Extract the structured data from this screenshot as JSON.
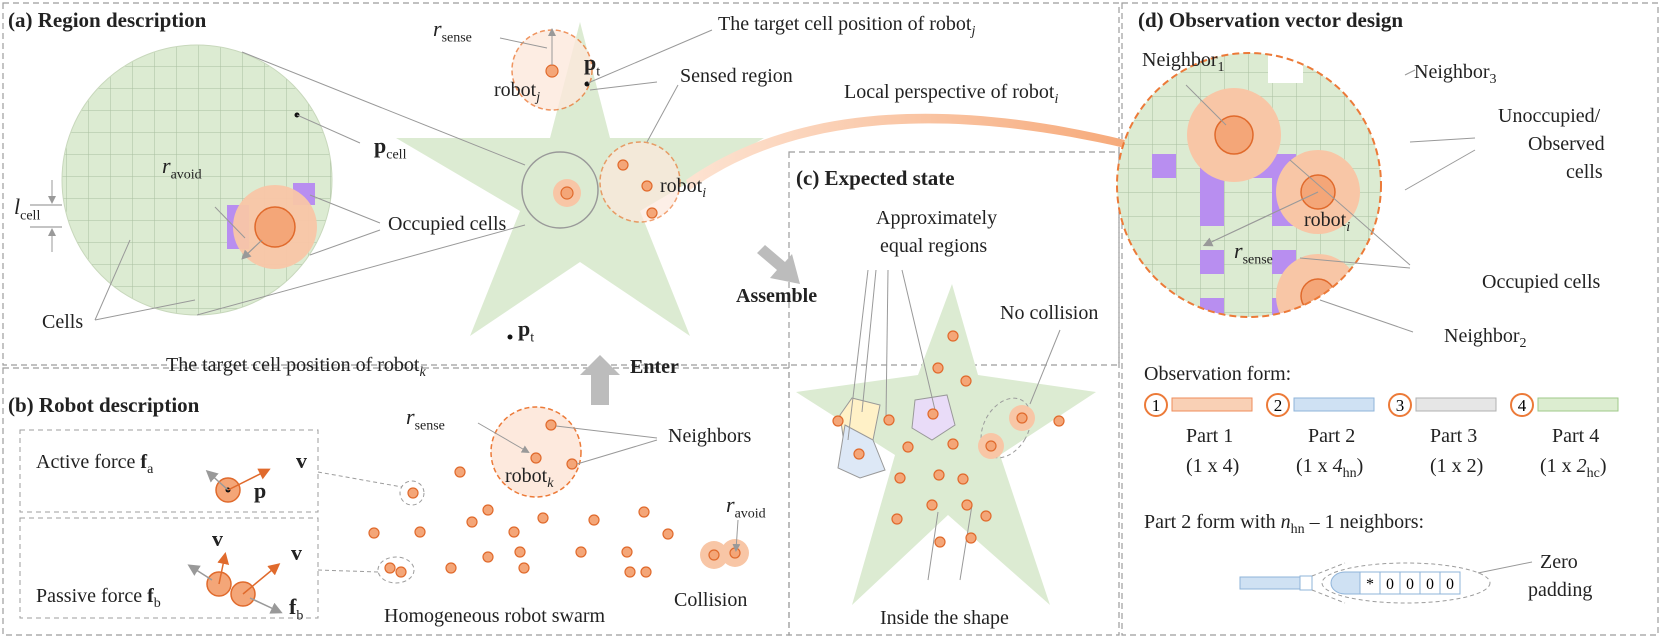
{
  "panels": {
    "a": "(a) Region description",
    "b": "(b) Robot description",
    "c": "(c) Expected state",
    "d": "(d) Observation vector design"
  },
  "panel_a": {
    "r_sense_base": "r",
    "r_sense_sub": "sense",
    "target_j_text": "The target cell position of robot",
    "target_j_sub": "j",
    "robot_j_text": "robot",
    "robot_j_sub": "j",
    "p_t_base": "p",
    "p_t_sub": "t",
    "sensed_region": "Sensed region",
    "local_perspective_text": "Local perspective of robot",
    "local_perspective_sub": "i",
    "robot_i_text": "robot",
    "robot_i_sub": "i",
    "p_cell_base": "p",
    "p_cell_sub": "cell",
    "r_avoid_base": "r",
    "r_avoid_sub": "avoid",
    "l_cell_base": "l",
    "l_cell_sub": "cell",
    "occupied_cells": "Occupied cells",
    "cells": "Cells",
    "p_t2_base": "p",
    "p_t2_sub": "t",
    "target_k_text": "The target cell position of robot",
    "target_k_sub": "k"
  },
  "arrows": {
    "enter": "Enter",
    "assemble": "Assemble"
  },
  "panel_b": {
    "r_sense_base": "r",
    "r_sense_sub": "sense",
    "neighbors": "Neighbors",
    "robot_k_text": "robot",
    "robot_k_sub": "k",
    "active_force_text": "Active force ",
    "active_force_f": "f",
    "active_force_sub": "a",
    "v_label": "v",
    "p_label": "p",
    "passive_force_text": "Passive force ",
    "passive_force_f": "f",
    "passive_force_sub": "b",
    "fb_base": "f",
    "fb_sub": "b",
    "r_avoid_base": "r",
    "r_avoid_sub": "avoid",
    "collision": "Collision",
    "swarm": "Homogeneous robot swarm"
  },
  "panel_c": {
    "approx_line1": "Approximately",
    "approx_line2": "equal regions",
    "no_collision": "No collision",
    "inside_shape": "Inside the shape"
  },
  "panel_d": {
    "neighbor1_text": "Neighbor",
    "neighbor1_sub": "1",
    "neighbor3_text": "Neighbor",
    "neighbor3_sub": "3",
    "unoccupied_line1": "Unoccupied/",
    "unoccupied_line2": "Observed",
    "unoccupied_line3": "cells",
    "robot_i_text": "robot",
    "robot_i_sub": "i",
    "r_sense_base": "r",
    "r_sense_sub": "sense",
    "occupied_cells": "Occupied cells",
    "neighbor2_text": "Neighbor",
    "neighbor2_sub": "2",
    "observation_form": "Observation form:",
    "parts": [
      {
        "num": "1",
        "name": "Part 1",
        "dim": "(1 x 4)",
        "dim_sub": "",
        "dim_end": "",
        "color": "#f9d0b5",
        "stroke": "#ef8c5a"
      },
      {
        "num": "2",
        "name": "Part 2",
        "dim": "(1 x 4",
        "dim_sub": "hn",
        "dim_end": ")",
        "color": "#cfe1f3",
        "stroke": "#8fb4da"
      },
      {
        "num": "3",
        "name": "Part 3",
        "dim": "(1 x 2)",
        "dim_sub": "",
        "dim_end": "",
        "color": "#e6e6e6",
        "stroke": "#b0b0b0"
      },
      {
        "num": "4",
        "name": "Part 4",
        "dim": "(1 x 2",
        "dim_sub": "hc",
        "dim_end": ")",
        "color": "#dcedd0",
        "stroke": "#9fc98a"
      }
    ],
    "part2_form_text": "Part 2 form with ",
    "part2_form_n": "n",
    "part2_form_sub": "hn",
    "part2_form_end": " – 1 neighbors:",
    "zero_padding_line1": "Zero",
    "zero_padding_line2": "padding",
    "padding_cells": [
      "*",
      "0",
      "0",
      "0",
      "0"
    ]
  },
  "colors": {
    "robot_fill": "#f4a678",
    "robot_stroke": "#e06a2c",
    "halo": "#f8c6a6",
    "shape": "#dcebd2",
    "grid": "#a9bfa0",
    "occupied": "#b88ef0",
    "dashed_orange": "#ec7a38",
    "arrow_grey": "#b5b5b5",
    "big_arrow": "#f6b48c"
  }
}
